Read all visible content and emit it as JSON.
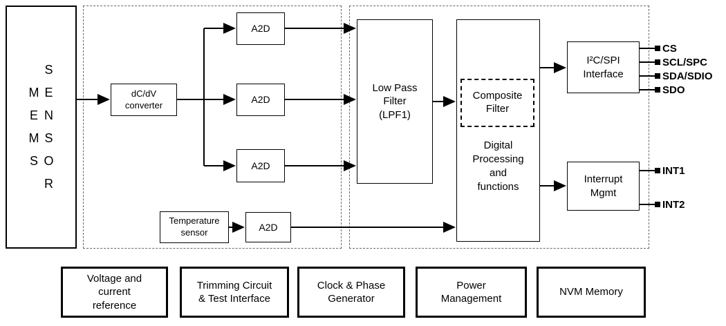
{
  "mems": {
    "col_left": "M\nE\nM\nS",
    "col_right": "S\nE\nN\nS\nO\nR"
  },
  "blocks": {
    "dcdv_converter": "dC/dV\nconverter",
    "a2d": "A2D",
    "temperature_sensor": "Temperature\nsensor",
    "low_pass_filter": "Low Pass\nFilter\n(LPF1)",
    "composite_filter": "Composite\nFilter",
    "digital_processing": "Digital\nProcessing\nand\nfunctions",
    "i2c_spi_interface": "I²C/SPI\nInterface",
    "interrupt_mgmt": "Interrupt\nMgmt"
  },
  "pins": {
    "cs": "CS",
    "scl_spc": "SCL/SPC",
    "sda_sdio": "SDA/SDIO",
    "sdo": "SDO",
    "int1": "INT1",
    "int2": "INT2"
  },
  "bottom_blocks": {
    "voltage_current_reference": "Voltage and\ncurrent\nreference",
    "trimming_circuit": "Trimming Circuit\n& Test Interface",
    "clock_phase_generator": "Clock & Phase\nGenerator",
    "power_management": "Power\nManagement",
    "nvm_memory": "NVM Memory"
  },
  "colors": {
    "line": "#000000",
    "region_border": "#666666",
    "background": "#ffffff"
  }
}
